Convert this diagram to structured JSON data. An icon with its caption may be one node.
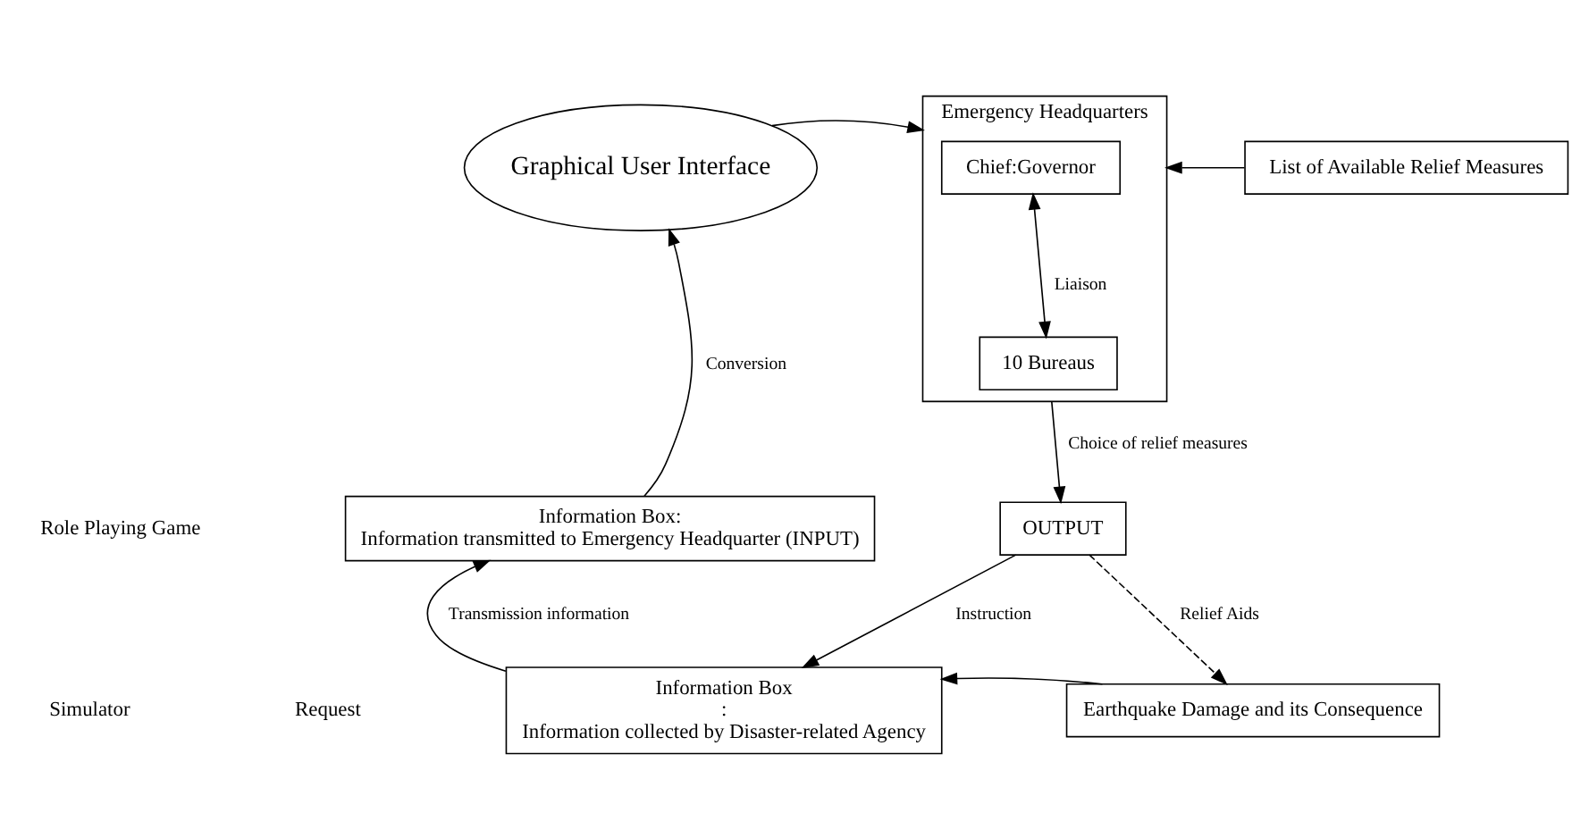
{
  "diagram": {
    "nodes": [
      {
        "text": [
          "Graphical User Interface"
        ]
      },
      {
        "text": [
          "Emergency Headquarters"
        ]
      },
      {
        "text": [
          "Chief:Governor"
        ],
        "in": 1
      },
      {
        "text": [
          "10 Bureaus"
        ],
        "in": 1
      },
      {
        "text": [
          "List of Available Relief Measures"
        ]
      },
      {
        "text": [
          "Information Box:",
          "Information transmitted to Emergency Headquarter (INPUT)"
        ]
      },
      {
        "text": [
          "OUTPUT"
        ]
      },
      {
        "text": [
          "Information Box",
          ":",
          "Information collected by Disaster-related Agency"
        ]
      },
      {
        "text": [
          "Earthquake Damage and its Consequence"
        ]
      }
    ],
    "edges": [
      {
        "from": 0,
        "to": 1,
        "arrow": "to"
      },
      {
        "from": 2,
        "to": 3,
        "arrow": "both",
        "label": "Liaison"
      },
      {
        "from": 4,
        "to": 1,
        "arrow": "to"
      },
      {
        "from": 5,
        "to": 0,
        "arrow": "to",
        "label": "Conversion"
      },
      {
        "from": 1,
        "to": 6,
        "arrow": "to",
        "label": "Choice of relief measures"
      },
      {
        "from": 6,
        "to": 7,
        "arrow": "to",
        "label": "Instruction"
      },
      {
        "from": 6,
        "to": 8,
        "arrow": "to",
        "label": "Relief Aids",
        "style": "dashed"
      },
      {
        "from": 8,
        "to": 7,
        "arrow": "to"
      },
      {
        "from": 7,
        "to": 5,
        "arrow": "to",
        "label": "Transmission information"
      }
    ],
    "labels": [
      "Role Playing Game",
      "Simulator",
      "Request"
    ]
  }
}
